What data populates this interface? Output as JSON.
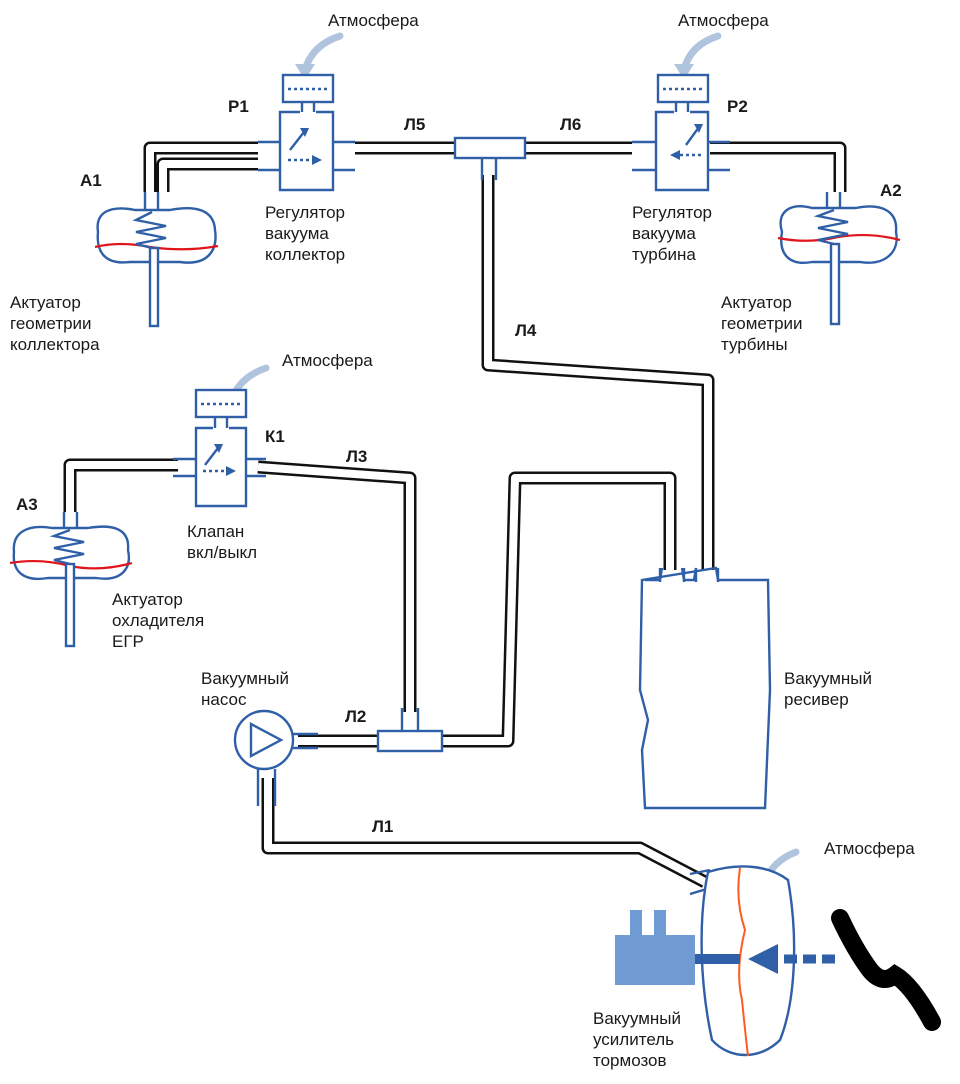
{
  "colors": {
    "pipe": "#111111",
    "device_outline": "#2f5fa7",
    "membrane": "#e0141b",
    "atmosphere_arrow": "#b0c4de",
    "booster_block": "#6f9bd2",
    "booster_membrane": "#ff5a1f"
  },
  "atmosphere": {
    "top_left": "Атмосфера",
    "top_right": "Атмосфера",
    "middle": "Атмосфера",
    "bottom": "Атмосфера"
  },
  "regulators": {
    "p1": {
      "code": "Р1",
      "title": [
        "Регулятор",
        "вакуума",
        "коллектор"
      ]
    },
    "p2": {
      "code": "Р2",
      "title": [
        "Регулятор",
        "вакуума",
        "турбина"
      ]
    }
  },
  "valve": {
    "code": "К1",
    "title": [
      "Клапан",
      "вкл/выкл"
    ]
  },
  "actuators": {
    "a1": {
      "code": "А1",
      "title": [
        "Актуатор",
        "геометрии",
        "коллектора"
      ]
    },
    "a2": {
      "code": "А2",
      "title": [
        "Актуатор",
        "геометрии",
        "турбины"
      ]
    },
    "a3": {
      "code": "А3",
      "title": [
        "Актуатор",
        "охладителя",
        "ЕГР"
      ]
    }
  },
  "lines": {
    "l1": "Л1",
    "l2": "Л2",
    "l3": "Л3",
    "l4": "Л4",
    "l5": "Л5",
    "l6": "Л6"
  },
  "pump": {
    "title": [
      "Вакуумный",
      "насос"
    ]
  },
  "receiver": {
    "title": [
      "Вакуумный",
      "ресивер"
    ]
  },
  "booster": {
    "title": [
      "Вакуумный",
      "усилитель",
      "тормозов"
    ]
  }
}
